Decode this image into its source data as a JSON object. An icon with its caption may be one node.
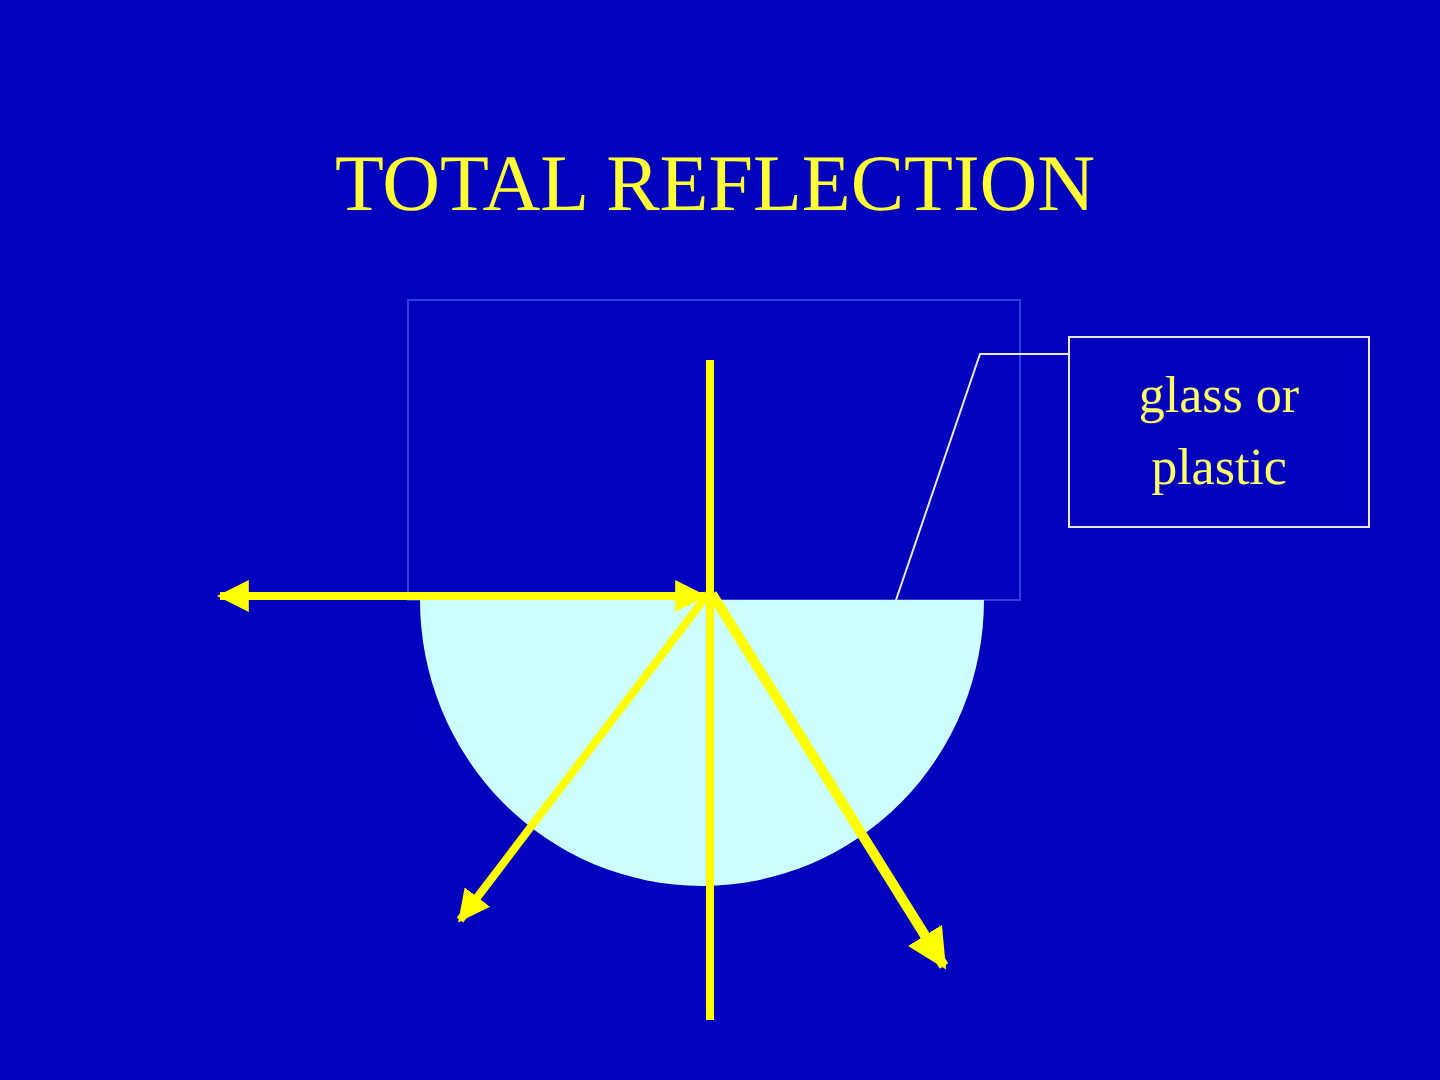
{
  "diagram": {
    "title": "TOTAL REFLECTION",
    "nodes": [
      {
        "text": [
          "glass or plastic"
        ]
      },
      {
        "text": [],
        "shape": "semicircle"
      }
    ],
    "edges": [
      {
        "from": 0,
        "to": 1,
        "arrow": "none"
      }
    ]
  }
}
